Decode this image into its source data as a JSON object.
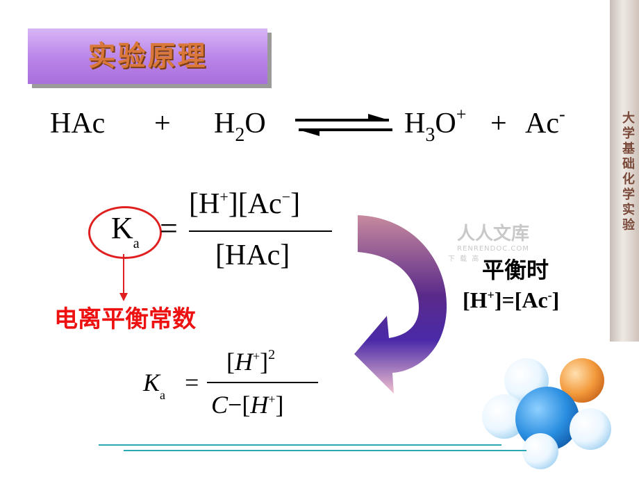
{
  "title": "实验原理",
  "side_label": "大学基础化学实验",
  "equation": {
    "reactant1": "HAc",
    "plus1": "+",
    "reactant2_base": "H",
    "reactant2_sub": "2",
    "reactant2_end": "O",
    "product1_base": "H",
    "product1_sub": "3",
    "product1_end": "O",
    "product1_sup": "+",
    "plus2": "+",
    "product2": "Ac",
    "product2_sup": "-"
  },
  "ka_formula": {
    "symbol": "K",
    "subscript": "a",
    "equals": "=",
    "numerator_h": "[H",
    "numerator_h_sup": "+",
    "numerator_mid": "][Ac",
    "numerator_ac_sup": "−",
    "numerator_end": "]",
    "denominator": "[HAc]"
  },
  "ka_label": "电离平衡常数",
  "equilibrium": {
    "heading": "平衡时",
    "cond_a": "[H",
    "cond_a_sup": "+",
    "cond_b": "]=[Ac",
    "cond_b_sup": "-",
    "cond_c": "]"
  },
  "ka_formula2": {
    "symbol": "K",
    "subscript": "a",
    "equals": "=",
    "num_open": "[",
    "num_h": "H",
    "num_sup": "+",
    "num_close": "]",
    "num_exp": "2",
    "den_c": "C",
    "den_minus": "−",
    "den_open": "[",
    "den_h": "H",
    "den_sup": "+",
    "den_close": "]"
  },
  "watermark": {
    "line1": "人人文库",
    "line2": "RENRENDOC.COM",
    "line3": "下 载 高"
  },
  "colors": {
    "title_bg": "#b983e8",
    "title_text": "#d9783a",
    "label_red": "#ee1111",
    "circle_red": "#e02020",
    "bottom_line": "#2aa8b8"
  }
}
